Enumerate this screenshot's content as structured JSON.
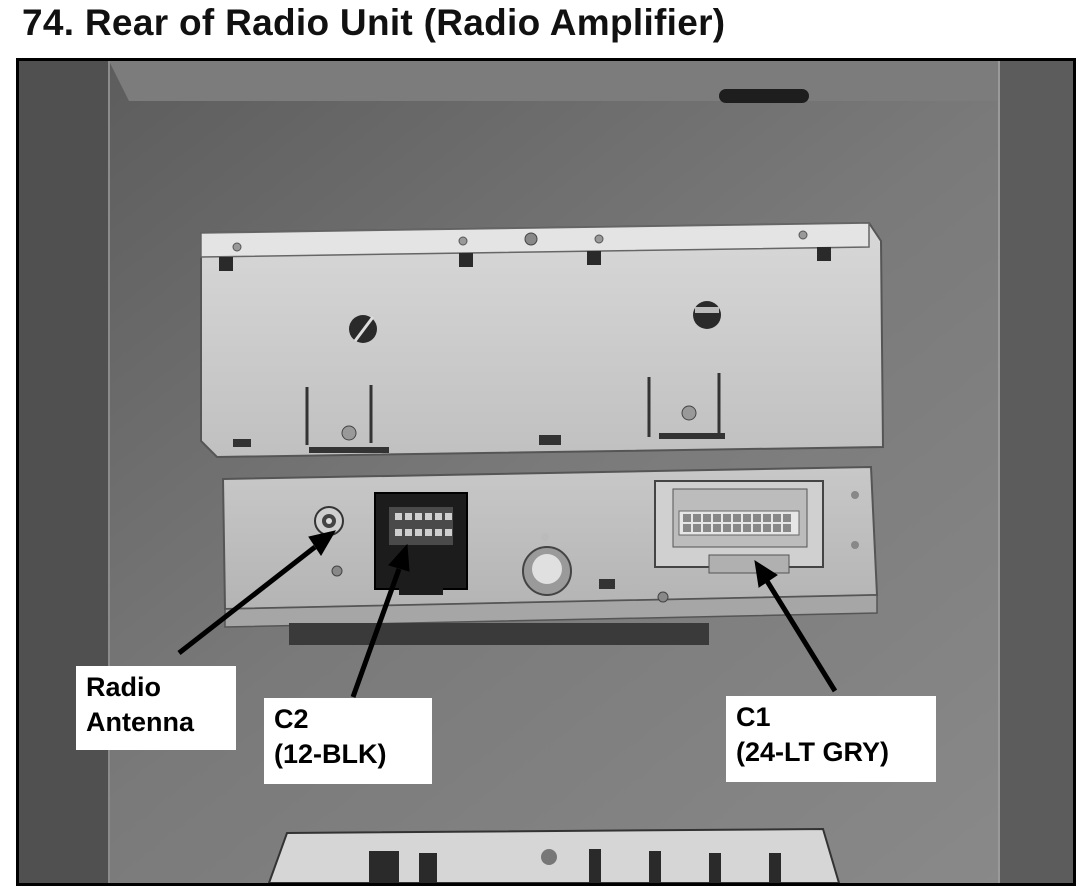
{
  "title": "74. Rear of Radio Unit (Radio Amplifier)",
  "callouts": {
    "antenna": {
      "line1": "Radio",
      "line2": "Antenna"
    },
    "c2": {
      "line1": "C2",
      "line2": "(12-BLK)"
    },
    "c1": {
      "line1": "C1",
      "line2": "(24-LT GRY)"
    }
  }
}
